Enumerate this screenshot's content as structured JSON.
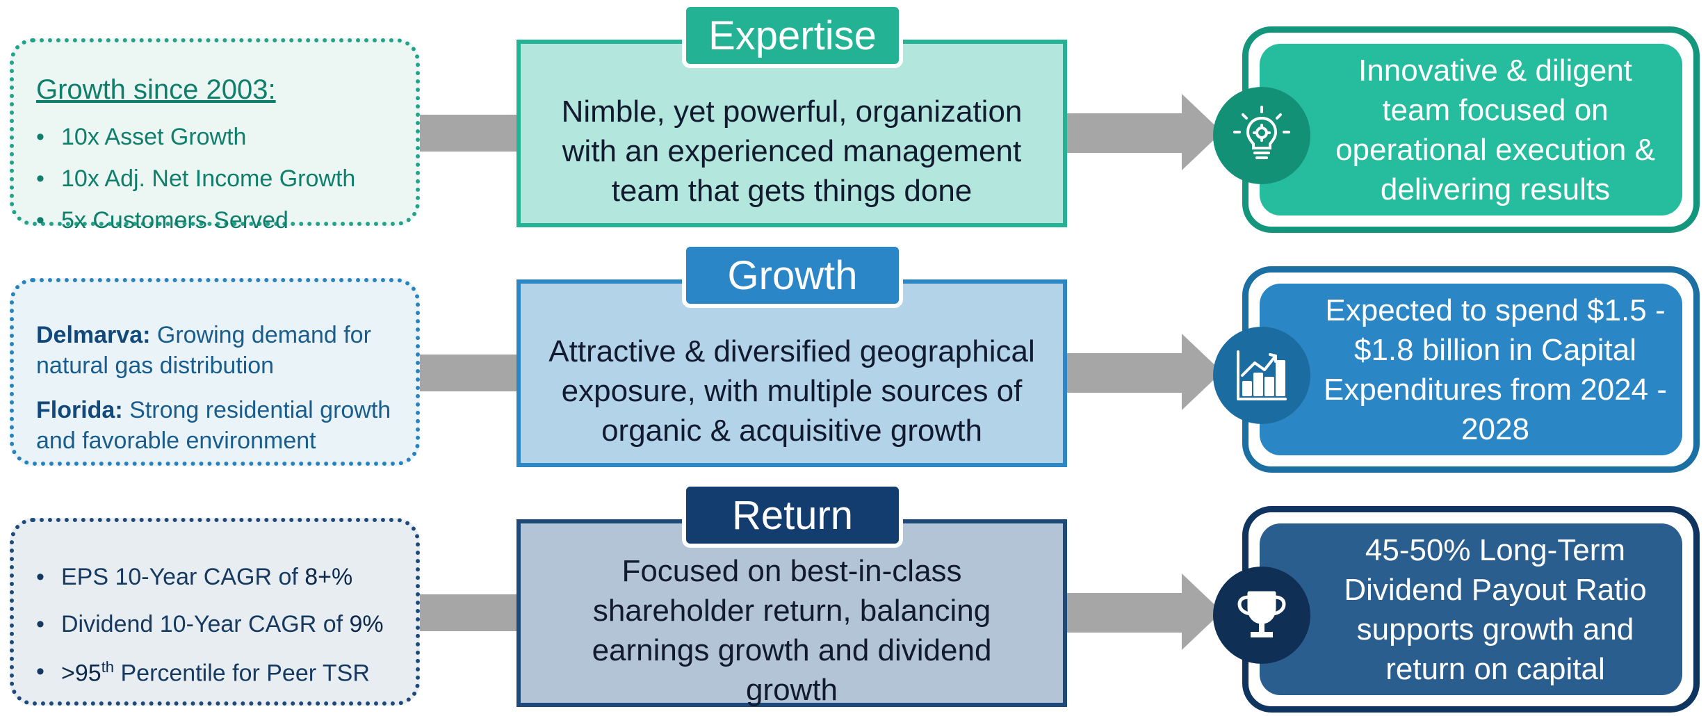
{
  "rows": [
    {
      "key": "expertise",
      "tab_label": "Expertise",
      "center_text": "Nimble, yet powerful, organization with an experienced management team that gets things done",
      "left": {
        "heading": "Growth since 2003:",
        "bullets": [
          "10x Asset Growth",
          "10x Adj. Net Income Growth",
          "5x Customers Served"
        ]
      },
      "right_text": "Innovative & diligent team focused on operational execution & delivering results",
      "icon": "lightbulb-gear-icon"
    },
    {
      "key": "growth",
      "tab_label": "Growth",
      "center_text": "Attractive & diversified geographical exposure, with multiple sources of organic & acquisitive growth",
      "left": {
        "paragraphs": [
          {
            "label": "Delmarva:",
            "text": " Growing demand for natural gas distribution"
          },
          {
            "label": "Florida:",
            "text": " Strong residential growth and favorable environment"
          }
        ]
      },
      "right_text": "Expected to spend $1.5 - $1.8 billion in Capital Expenditures from 2024 - 2028",
      "icon": "bar-chart-growth-icon"
    },
    {
      "key": "return",
      "tab_label": "Return",
      "center_text": "Focused on best-in-class shareholder return, balancing earnings growth and dividend growth",
      "left": {
        "bullets": [
          {
            "pre": "EPS 10-Year CAGR of ",
            "value": "8+%"
          },
          {
            "pre": "Dividend 10-Year CAGR of ",
            "value": "9%"
          },
          {
            "value": ">95",
            "sup": "th",
            "post": " Percentile for Peer TSR"
          }
        ]
      },
      "right_text": "45-50% Long-Term Dividend Payout Ratio supports growth and return on capital",
      "icon": "trophy-icon"
    }
  ],
  "colors": {
    "expertise": "#24b295",
    "growth": "#2a86c6",
    "return": "#123d6e",
    "connector": "#a6a6a6"
  }
}
